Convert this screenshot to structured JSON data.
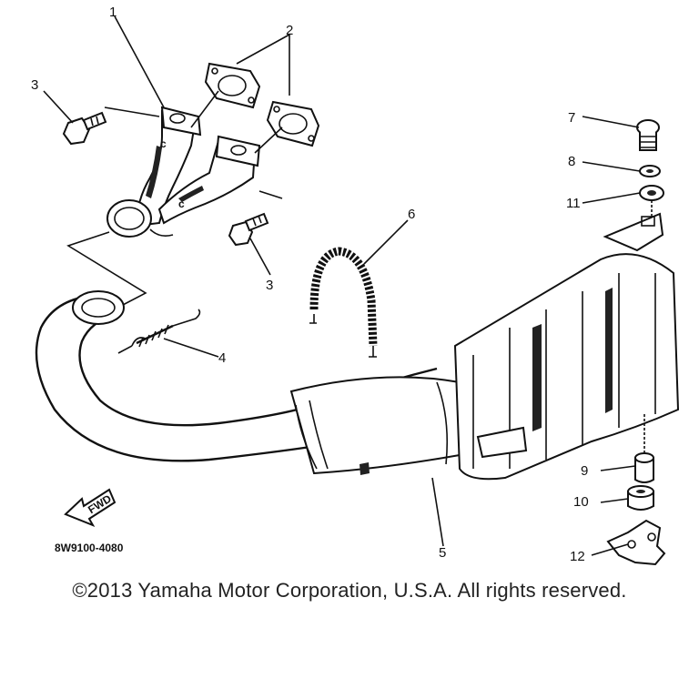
{
  "callouts": {
    "p1": "1",
    "p2": "2",
    "p3a": "3",
    "p3b": "3",
    "p4": "4",
    "p5": "5",
    "p6": "6",
    "p7": "7",
    "p8": "8",
    "p9": "9",
    "p10": "10",
    "p11": "11",
    "p12": "12"
  },
  "fwd_label": "FWD",
  "diagram_code": "8W9100-4080",
  "copyright": "©2013 Yamaha Motor Corporation, U.S.A. All rights reserved."
}
